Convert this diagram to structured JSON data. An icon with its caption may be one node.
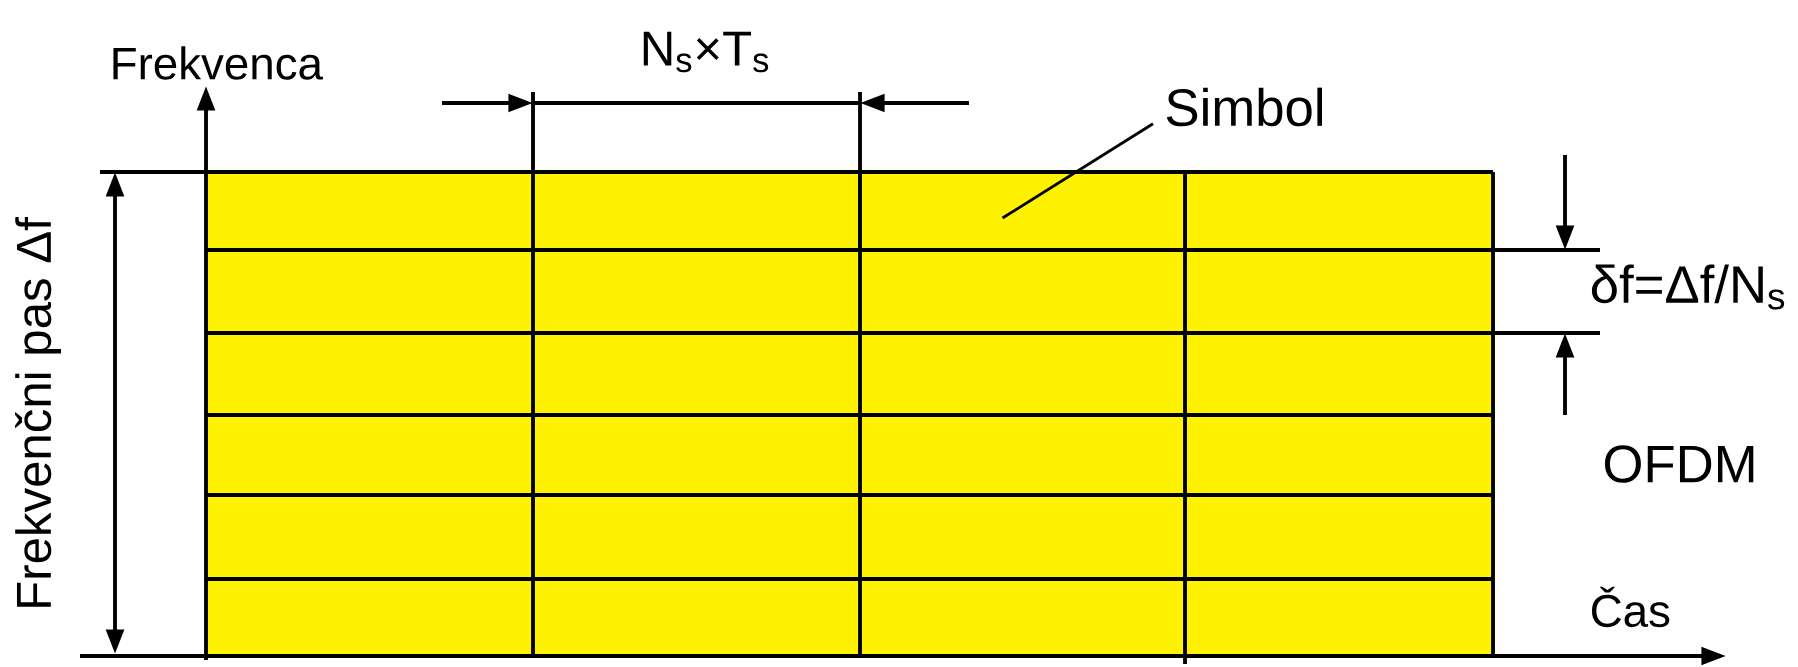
{
  "diagram": {
    "nodes": [
      {
        "text": [
          "Simbol"
        ]
      },
      {
        "text": [],
        "shape": "box"
      }
    ],
    "edges": [
      {
        "from": 0,
        "to": 1,
        "arrow": "none"
      }
    ],
    "labels": [
      "Frekvenca",
      "N$_{s}$×T$_{s}$",
      "Frekvenčni pas Δf",
      "δf=Δf/N$_{s}$",
      "OFDM",
      "Čas"
    ]
  }
}
